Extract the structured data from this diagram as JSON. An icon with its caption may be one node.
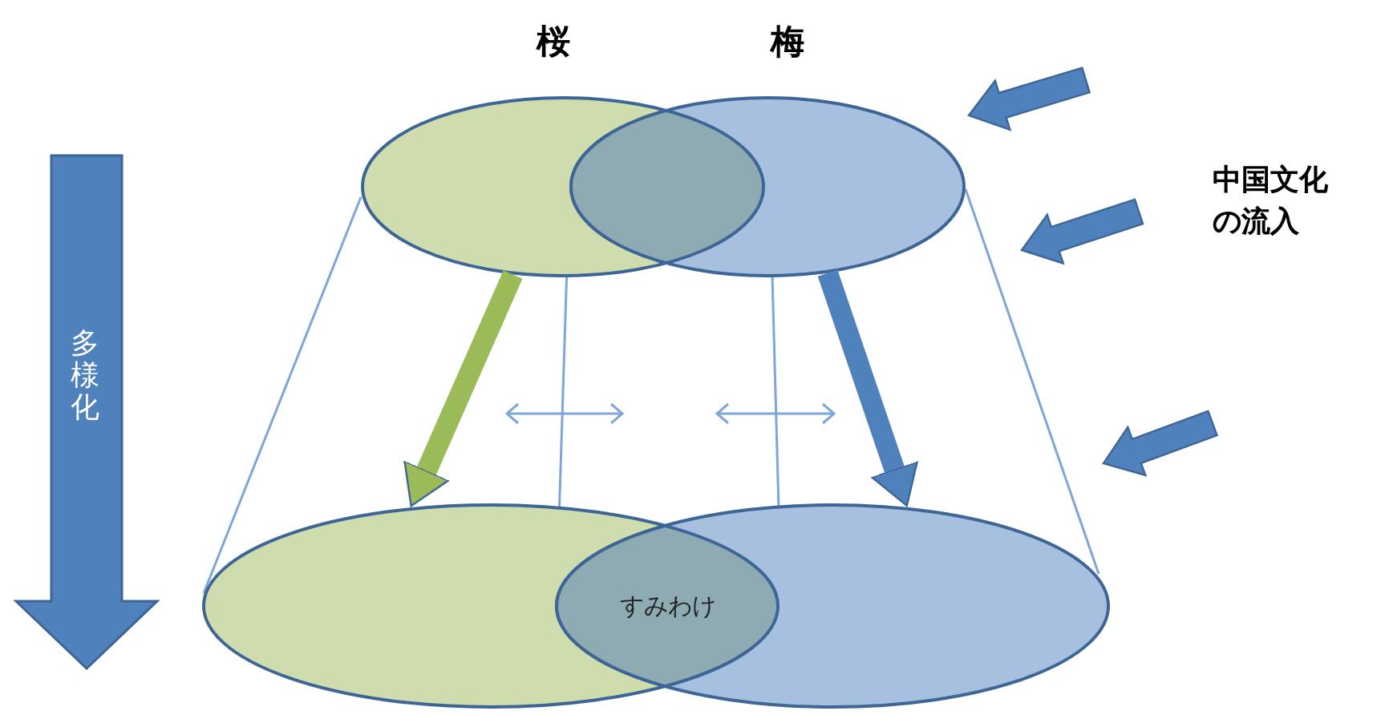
{
  "diagram": {
    "nodes": [
      {
        "text": [
          "桜"
        ]
      },
      {
        "text": [
          "梅"
        ]
      },
      {
        "text": [
          "多様化"
        ]
      },
      {
        "text": [],
        "shape": "ellipse"
      },
      {
        "text": [
          "すみわけ"
        ]
      },
      {
        "text": [],
        "shape": "ellipse"
      }
    ],
    "edges": [
      {
        "from": 0,
        "to": 3,
        "arrow": "to",
        "color": "#9bbb59"
      },
      {
        "from": 1,
        "to": 5,
        "arrow": "to",
        "color": "#4f81bd"
      }
    ],
    "labels": [
      "中国文化の流入"
    ]
  }
}
